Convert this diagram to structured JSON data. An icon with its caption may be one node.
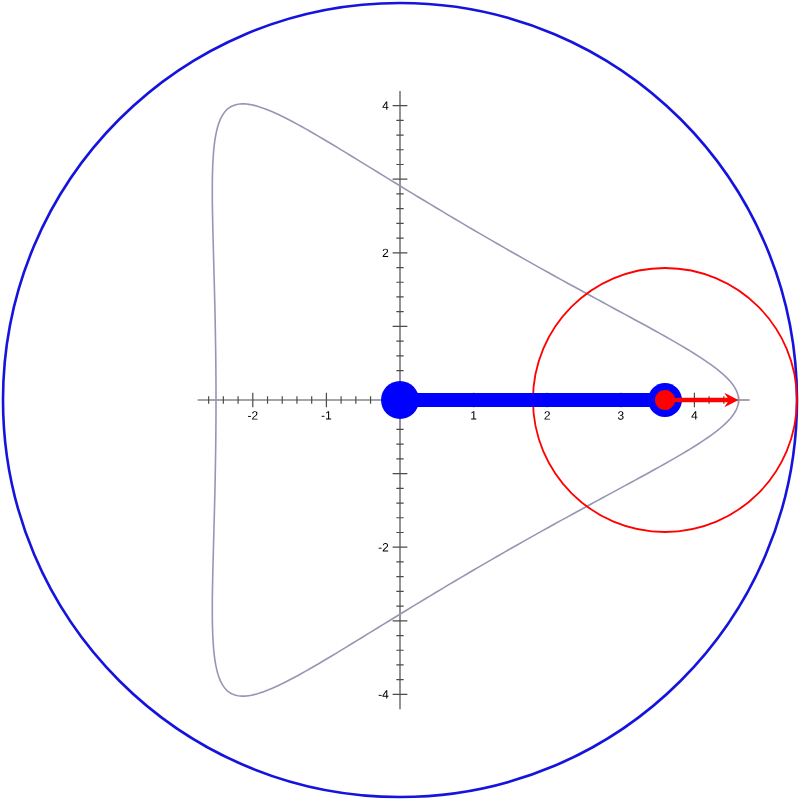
{
  "diagram": {
    "labels": [
      "4",
      "2",
      "-2",
      "-1",
      "1",
      "2",
      "3",
      "4",
      "-2",
      "-4"
    ]
  }
}
